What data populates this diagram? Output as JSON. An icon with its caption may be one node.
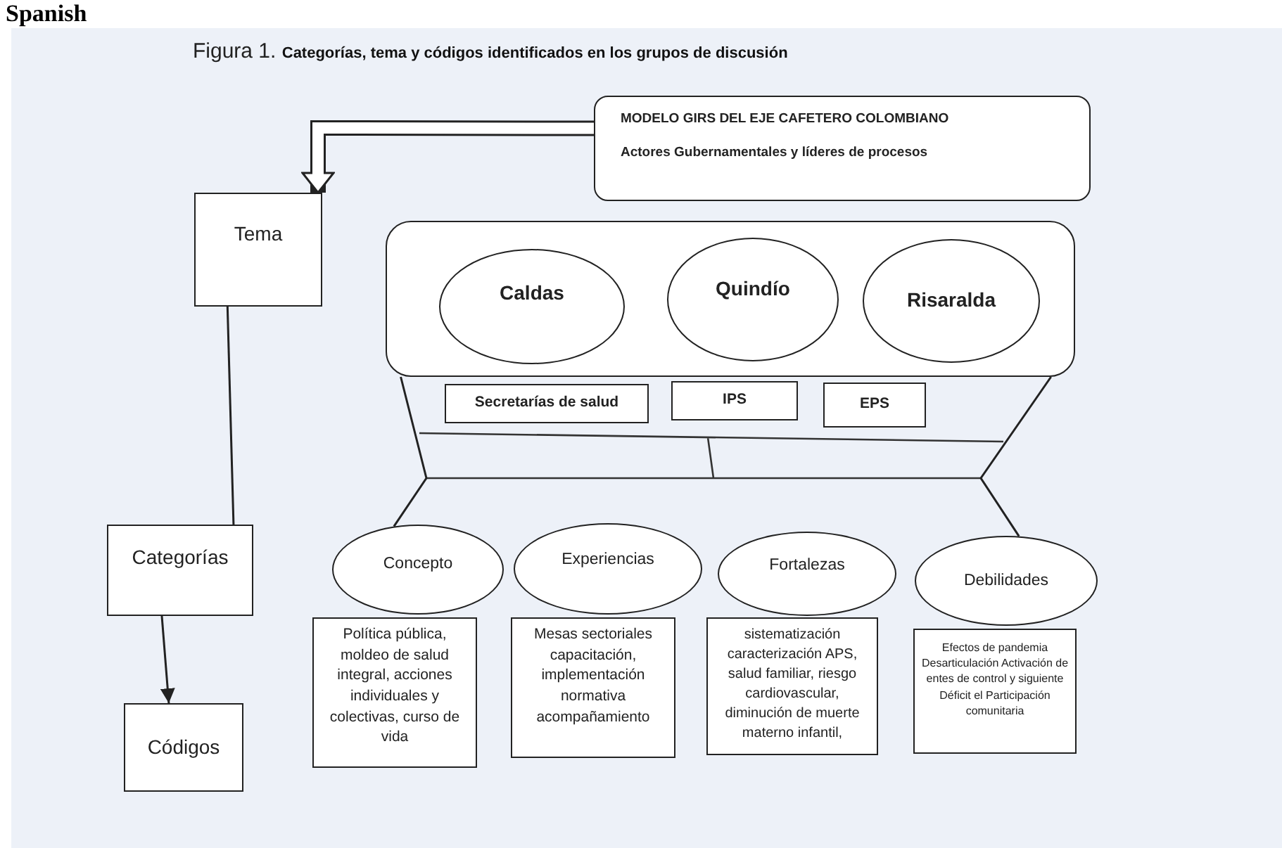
{
  "diagram": {
    "title": "Figura 1. **Categorías, tema y códigos identificados en los grupos de discusión**",
    "nodes": [
      {
        "text": [
          "MODELO GIRS DEL EJE CAFETERO COLOMBIANO",
          "Actores Gubernamentales y líderes de procesos"
        ]
      },
      {
        "text": [
          "Tema"
        ]
      },
      {
        "text": [
          "Categorías"
        ]
      },
      {
        "text": [
          "Códigos"
        ]
      },
      {
        "text": [],
        "shape": "box"
      },
      {
        "text": [
          "Caldas"
        ],
        "in": 4
      },
      {
        "text": [
          "Quindío"
        ],
        "in": 4
      },
      {
        "text": [
          "Risaralda"
        ],
        "in": 4
      },
      {
        "text": [
          "Secretarías de salud"
        ]
      },
      {
        "text": [
          "IPS"
        ]
      },
      {
        "text": [
          "EPS"
        ]
      },
      {
        "text": [
          "Concepto"
        ]
      },
      {
        "text": [
          "Experiencias"
        ]
      },
      {
        "text": [
          "Fortalezas"
        ]
      },
      {
        "text": [
          "Debilidades"
        ]
      },
      {
        "text": [
          "Política pública, moldeo de salud integral, acciones individuales y colectivas, curso de vida"
        ]
      },
      {
        "text": [
          "Mesas sectoriales capacitación, implementación normativa acompañamiento"
        ]
      },
      {
        "text": [
          "sistematización caracterización APS, salud familiar, riesgo cardiovascular, diminución de muerte materno infantil,"
        ]
      },
      {
        "text": [
          "Efectos de pandemia Desarticulación Activación de entes de control y siguiente Déficit el Participación comunitaria"
        ]
      }
    ],
    "edges": [
      {
        "from": 0,
        "to": 1,
        "arrow": "to",
        "style": "thick"
      },
      {
        "from": 1,
        "to": 2,
        "arrow": "none"
      },
      {
        "from": 2,
        "to": 3,
        "arrow": "to"
      },
      {
        "from": 4,
        "to": 11,
        "arrow": "none"
      },
      {
        "from": 4,
        "to": 14,
        "arrow": "none"
      }
    ],
    "labels": [
      "Spanish"
    ]
  }
}
